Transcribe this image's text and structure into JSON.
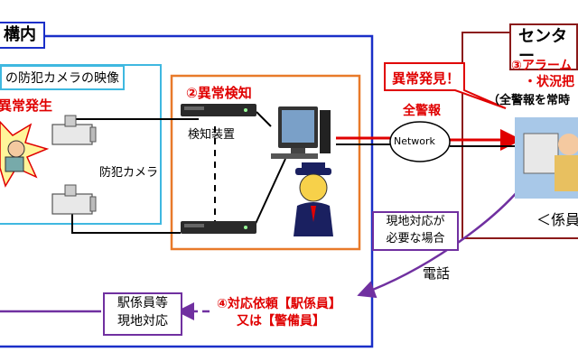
{
  "station": {
    "title": "構内",
    "camera_feed_label": "の防犯カメラの映像",
    "anomaly_label": "異常発生",
    "camera_label": "防犯カメラ",
    "detection_label": "②異常検知",
    "device_label": "検知装置"
  },
  "center": {
    "title": "センター",
    "alarm_line1": "③アラーム",
    "alarm_line2": "・状況把",
    "monitor_note": "（全警報を常時",
    "staff_label": "＜係員"
  },
  "network": {
    "all_alarm_label": "全警報",
    "node_label": "Network",
    "anomaly_found_label": "異常発見！"
  },
  "onsite": {
    "need_box_line1": "現地対応が",
    "need_box_line2": "必要な場合",
    "phone_label": "電話",
    "request_line1": "④対応依頼【駅係員】",
    "request_line2": "又は【警備員】",
    "staff_box_line1": "駅係員等",
    "staff_box_line2": "現地対応"
  },
  "colors": {
    "station_frame": "#1a2fc8",
    "camera_frame": "#3fb8e0",
    "detect_frame": "#e87a2a",
    "center_frame": "#8b1a1a",
    "alert_red": "#e00000",
    "purple": "#7030a0"
  }
}
